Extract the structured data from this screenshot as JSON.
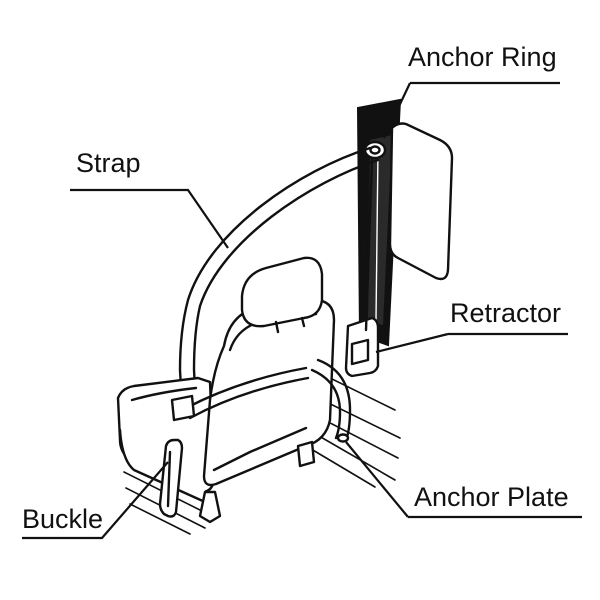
{
  "labels": {
    "anchor_ring": "Anchor Ring",
    "strap": "Strap",
    "retractor": "Retractor",
    "buckle": "Buckle",
    "anchor_plate": "Anchor Plate"
  },
  "colors": {
    "ink": "#111111",
    "background": "#ffffff"
  }
}
